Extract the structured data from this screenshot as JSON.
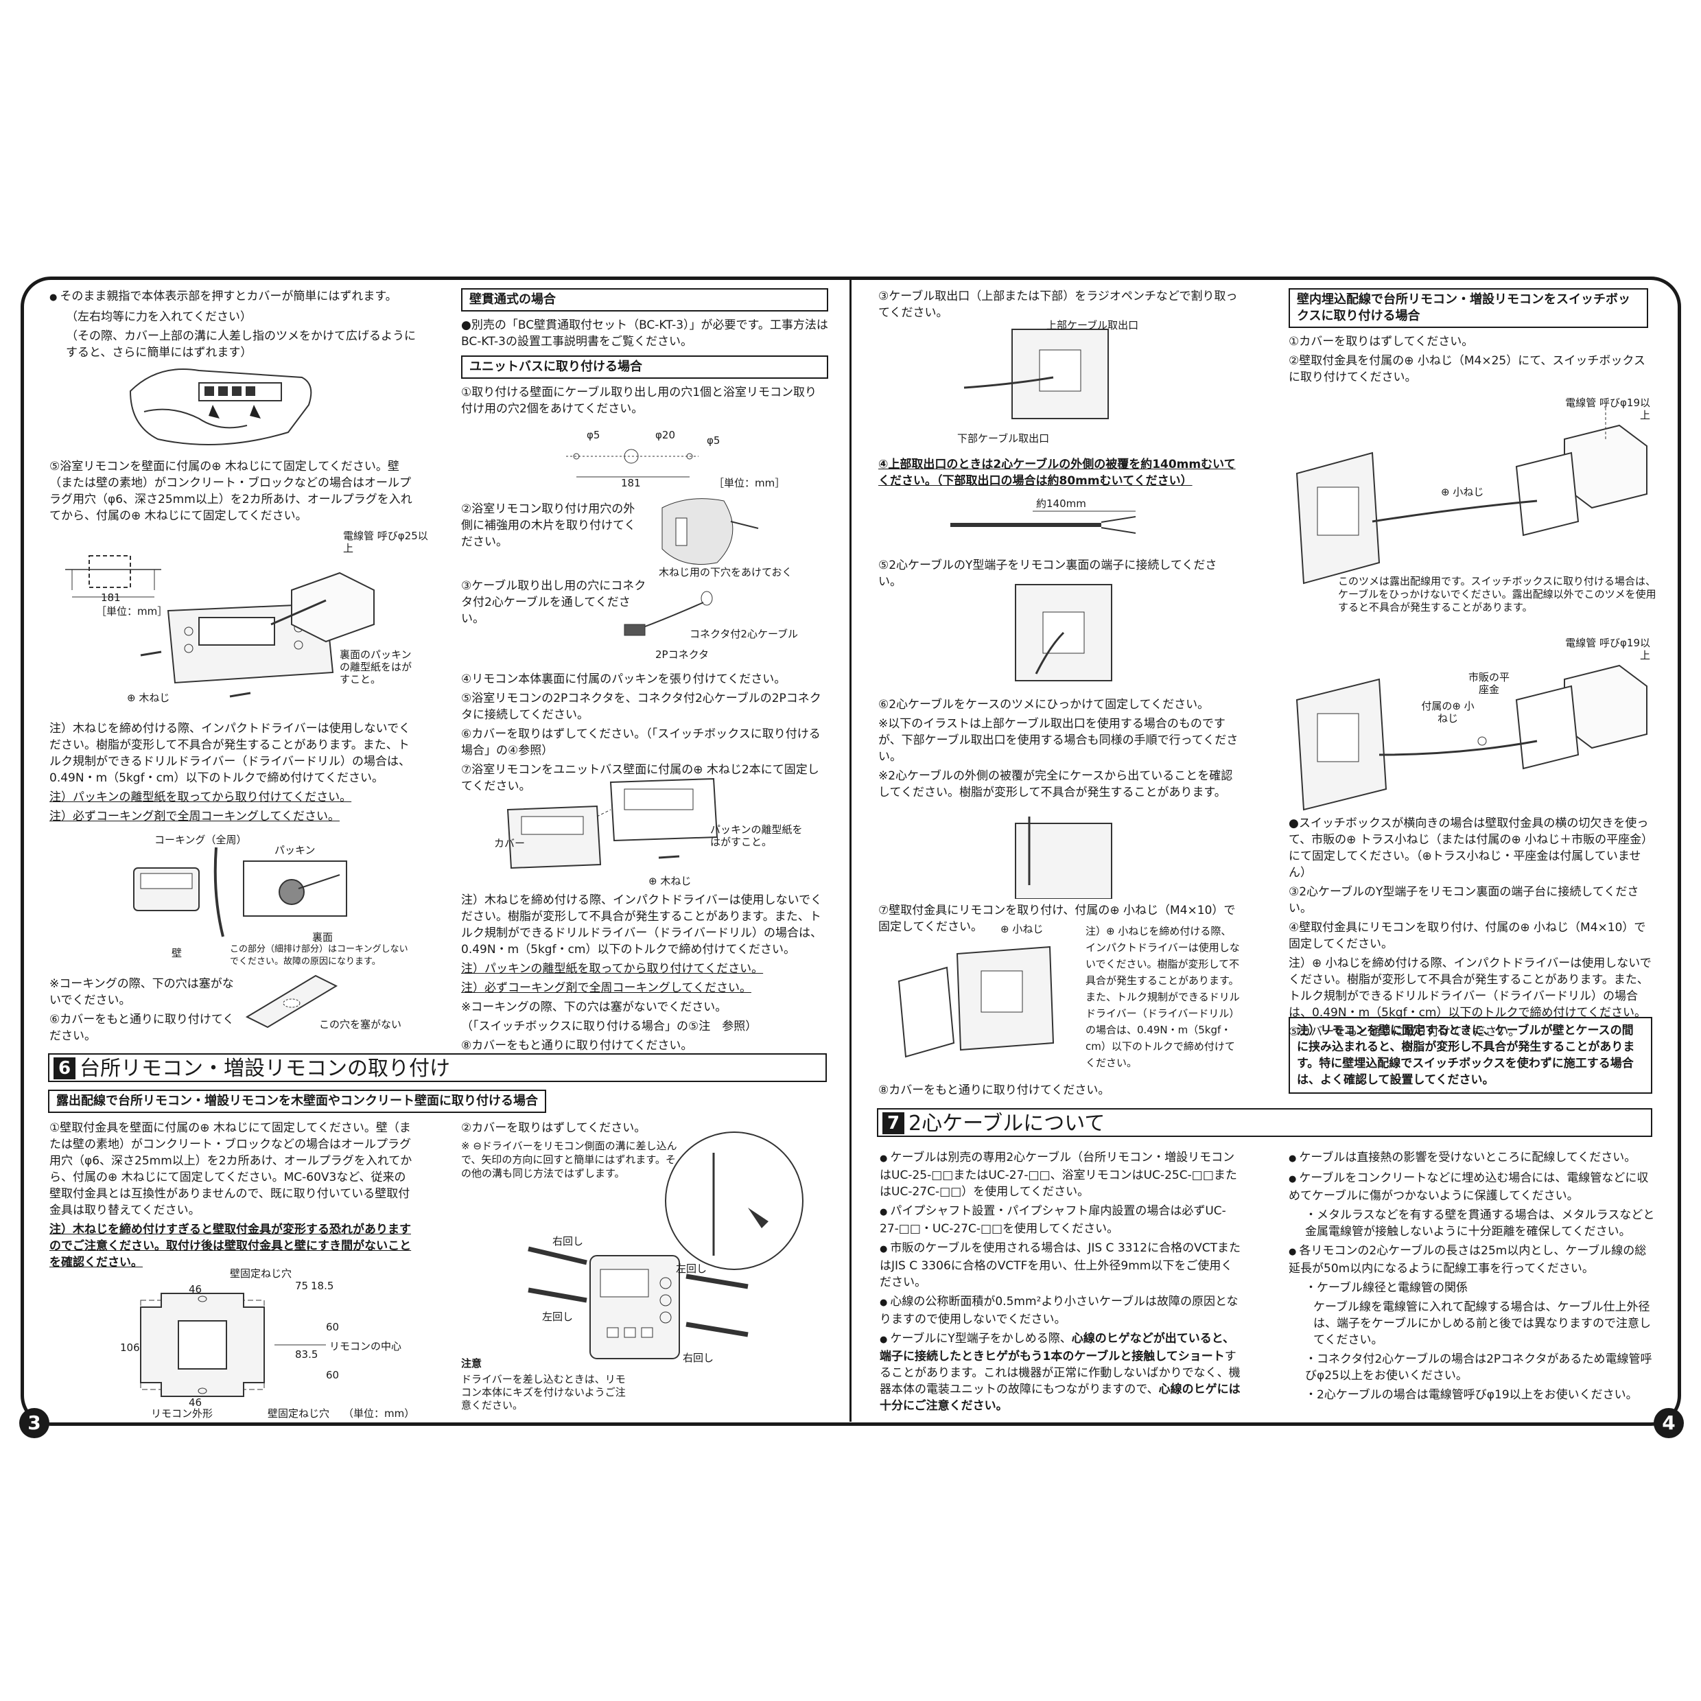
{
  "page_numbers": {
    "left": "3",
    "right": "4"
  },
  "col1": {
    "intro_1": "そのまま親指で本体表示部を押すとカバーが簡単にはずれます。",
    "intro_2": "（左右均等に力を入れてください）",
    "intro_3": "（その際、カバー上部の溝に人差し指のツメをかけて広げるようにすると、さらに簡単にはずれます）",
    "step5": "⑤浴室リモコンを壁面に付属の⊕ 木ねじにて固定してください。壁（または壁の素地）がコンクリート・ブロックなどの場合はオールプラグ用穴（φ6、深さ25mm以上）を2カ所あけ、オールプラグを入れてから、付属の⊕ 木ねじにて固定してください。",
    "fig_conduit": "電線管 呼びφ25以上",
    "fig_181": "181",
    "fig_unit": "［単位：mm］",
    "fig_screw": "⊕ 木ねじ",
    "fig_packing": "裏面のパッキンの離型紙をはがすこと。",
    "note1": "注）木ねじを締め付ける際、インパクトドライバーは使用しないでください。樹脂が変形して不具合が発生することがあります。また、トルク規制ができるドリルドライバー（ドライバードリル）の場合は、0.49N・m（5kgf・cm）以下のトルクで締め付けてください。",
    "note2": "注）パッキンの離型紙を取ってから取り付けてください。",
    "note3": "注）必ずコーキング剤で全周コーキングしてください。",
    "fig_caulking": "コーキング（全周）",
    "fig_packin": "パッキン",
    "fig_back": "裏面",
    "fig_wall": "壁",
    "fig_notcaulk": "この部分（細排け部分）はコーキングしないでください。故障の原因になります。",
    "note4": "※コーキングの際、下の穴は塞がないでください。",
    "step6": "⑥カバーをもと通りに取り付けてください。",
    "fig_hole": "この穴を塞がない"
  },
  "col2": {
    "head1": "壁貫通式の場合",
    "p1": "●別売の「BC壁貫通取付セット（BC-KT-3）」が必要です。工事方法はBC-KT-3の設置工事説明書をご覧ください。",
    "head2": "ユニットバスに取り付ける場合",
    "s1": "①取り付ける壁面にケーブル取り出し用の穴1個と浴室リモコン取り付け用の穴2個をあけてください。",
    "d_phi5a": "φ5",
    "d_phi20": "φ20",
    "d_phi5b": "φ5",
    "d_181": "181",
    "d_unit": "［単位：mm］",
    "s2": "②浴室リモコン取り付け用穴の外側に補強用の木片を取り付けてください。",
    "f_pilot": "木ねじ用の下穴をあけておく",
    "s3": "③ケーブル取り出し用の穴にコネクタ付2心ケーブルを通してください。",
    "f_cable": "コネクタ付2心ケーブル",
    "f_2p": "2Pコネクタ",
    "s4": "④リモコン本体裏面に付属のパッキンを張り付けてください。",
    "s5": "⑤浴室リモコンの2Pコネクタを、コネクタ付2心ケーブルの2Pコネクタに接続してください。",
    "s6": "⑥カバーを取りはずしてください。（「スイッチボックスに取り付ける場合」の④参照）",
    "s7": "⑦浴室リモコンをユニットバス壁面に付属の⊕ 木ねじ2本にて固定してください。",
    "f_cover": "カバー",
    "f_packing": "パッキンの離型紙をはがすこと。",
    "f_screw": "⊕ 木ねじ",
    "n1": "注）木ねじを締め付ける際、インパクトドライバーは使用しないでください。樹脂が変形して不具合が発生することがあります。また、トルク規制ができるドリルドライバー（ドライバードリル）の場合は、0.49N・m（5kgf・cm）以下のトルクで締め付けてください。",
    "n2": "注）パッキンの離型紙を取ってから取り付けてください。",
    "n3": "注）必ずコーキング剤で全周コーキングしてください。",
    "n4": "※コーキングの際、下の穴は塞がないでください。",
    "n5": "（「スイッチボックスに取り付ける場合」の⑤注　参照）",
    "s8": "⑧カバーをもと通りに取り付けてください。"
  },
  "sec6": {
    "num": "6",
    "title": "台所リモコン・増設リモコンの取り付け",
    "sub": "露出配線で台所リモコン・増設リモコンを木壁面やコンクリート壁面に取り付ける場合",
    "s1": "①壁取付金具を壁面に付属の⊕ 木ねじにて固定してください。壁（または壁の素地）がコンクリート・ブロックなどの場合はオールプラグ用穴（φ6、深さ25mm以上）を2カ所あけ、オールプラグを入れてから、付属の⊕ 木ねじにて固定してください。MC-60V3など、従来の壁取付金具とは互換性がありませんので、既に取り付いている壁取付金具は取り替えてください。",
    "n1": "注）木ねじを締め付けすぎると壁取付金具が変形する恐れがありますのでご注意ください。取付け後は壁取付金具と壁にすき間がないことを確認ください。",
    "d_top": "壁固定ねじ穴",
    "d_46a": "46",
    "d_75": "75",
    "d_185": "18.5",
    "d_60a": "60",
    "d_106": "106",
    "d_835": "83.5",
    "d_center": "リモコンの中心",
    "d_60b": "60",
    "d_46b": "46",
    "d_outline": "リモコン外形",
    "d_bottom": "壁固定ねじ穴",
    "d_unit": "（単位：mm）",
    "s2": "②カバーを取りはずしてください。",
    "s2n": "※ ⊖ドライバーをリモコン側面の溝に差し込んで、矢印の方向に回すと簡単にはずれます。その他の溝も同じ方法ではずします。",
    "f_right1": "右回し",
    "f_left1": "左回し",
    "f_left2": "左回し",
    "f_right2": "右回し",
    "caution_h": "注意",
    "caution": "ドライバーを差し込むときは、リモコン本体にキズを付けないようご注意ください。"
  },
  "col3": {
    "s3": "③ケーブル取出口（上部または下部）をラジオペンチなどで割り取ってください。",
    "f_top": "上部ケーブル取出口",
    "f_bottom": "下部ケーブル取出口",
    "s4": "④上部取出口のときは2心ケーブルの外側の被覆を約140mmむいてください。（下部取出口の場合は約80mmむいてください）",
    "f_140": "約140mm",
    "s5": "⑤2心ケーブルのY型端子をリモコン裏面の端子に接続してください。",
    "s6": "⑥2心ケーブルをケースのツメにひっかけて固定してください。",
    "s6n1": "※以下のイラストは上部ケーブル取出口を使用する場合のものですが、下部ケーブル取出口を使用する場合も同様の手順で行ってください。",
    "s6n2": "※2心ケーブルの外側の被覆が完全にケースから出ていることを確認してください。樹脂が変形して不具合が発生することがあります。",
    "s7": "⑦壁取付金具にリモコンを取り付け、付属の⊕ 小ねじ（M4×10）で固定してください。",
    "f_screw": "⊕ 小ねじ",
    "s7n": "注）⊕ 小ねじを締め付ける際、インパクトドライバーは使用しないでください。樹脂が変形して不具合が発生することがあります。また、トルク規制ができるドリルドライバー（ドライバードリル）の場合は、0.49N・m（5kgf・cm）以下のトルクで締め付けてください。",
    "s8": "⑧カバーをもと通りに取り付けてください。"
  },
  "col4": {
    "head": "壁内埋込配線で台所リモコン・増設リモコンをスイッチボックスに取り付ける場合",
    "s1": "①カバーを取りはずしてください。",
    "s2": "②壁取付金具を付属の⊕ 小ねじ（M4×25）にて、スイッチボックスに取り付けてください。",
    "f_conduit1": "電線管 呼びφ19以上",
    "f_screw1": "⊕ 小ねじ",
    "f_claw": "このツメは露出配線用です。スイッチボックスに取り付ける場合は、ケーブルをひっかけないでください。露出配線以外でこのツメを使用すると不具合が発生することがあります。",
    "f_conduit2": "電線管 呼びφ19以上",
    "f_washer": "市販の平座金",
    "f_screw2": "付属の⊕ 小ねじ",
    "b1": "●スイッチボックスが横向きの場合は壁取付金具の横の切欠きを使って、市販の⊕ トラス小ねじ（または付属の⊕ 小ねじ＋市販の平座金）にて固定してください。（⊕トラス小ねじ・平座金は付属していません）",
    "s3": "③2心ケーブルのY型端子をリモコン裏面の端子台に接続してください。",
    "s4": "④壁取付金具にリモコンを取り付け、付属の⊕ 小ねじ（M4×10）で固定してください。",
    "n1": "注）⊕ 小ねじを締め付ける際、インパクトドライバーは使用しないでください。樹脂が変形して不具合が発生することがあります。また、トルク規制ができるドリルドライバー（ドライバードリル）の場合は、0.49N・m（5kgf・cm）以下のトルクで締め付けてください。",
    "s5": "⑤カバーをもと通りに取り付けてください。",
    "box": "注）リモコンを壁に固定するときに、ケーブルが壁とケースの間に挟み込まれると、樹脂が変形し不具合が発生することがあります。特に壁埋込配線でスイッチボックスを使わずに施工する場合は、よく確認して設置してください。"
  },
  "sec7": {
    "num": "7",
    "title": "2心ケーブルについて",
    "a1": "ケーブルは別売の専用2心ケーブル（台所リモコン・増設リモコンはUC-25-□□またはUC-27-□□、浴室リモコンはUC-25C-□□またはUC-27C-□□）を使用してください。",
    "a2": "パイプシャフト設置・パイプシャフト扉内設置の場合は必ずUC-27-□□・UC-27C-□□を使用してください。",
    "a3": "市販のケーブルを使用される場合は、JIS C 3312に合格のVCTまたはJIS C 3306に合格のVCTFを用い、仕上外径9mm以下をご使用ください。",
    "a4": "心線の公称断面積が0.5mm²より小さいケーブルは故障の原因となりますので使用しないでください。",
    "a5a": "ケーブルにY型端子をかしめる際、",
    "a5b": "心線のヒゲなどが出ていると、端子に接続したときヒゲがもう1本のケーブルと接触してショート",
    "a5c": "することがあります。これは機器が正常に作動しないばかりでなく、機器本体の電装ユニットの故障にもつながりますので、",
    "a5d": "心線のヒゲには十分にご注意ください。",
    "b1": "ケーブルは直接熱の影響を受けないところに配線してください。",
    "b2": "ケーブルをコンクリートなどに埋め込む場合には、電線管などに収めてケーブルに傷がつかないように保護してください。",
    "b2a": "・メタルラスなどを有する壁を貫通する場合は、メタルラスなどと金属電線管が接触しないように十分距離を確保してください。",
    "b3": "各リモコンの2心ケーブルの長さは25m以内とし、ケーブル線の総延長が50m以内になるように配線工事を行ってください。",
    "b3a": "・ケーブル線径と電線管の関係",
    "b3b": "ケーブル線を電線管に入れて配線する場合は、ケーブル仕上外径は、端子をケーブルにかしめる前と後では異なりますので注意してください。",
    "b3c": "・コネクタ付2心ケーブルの場合は2Pコネクタがあるため電線管呼びφ25以上をお使いください。",
    "b3d": "・2心ケーブルの場合は電線管呼びφ19以上をお使いください。"
  }
}
